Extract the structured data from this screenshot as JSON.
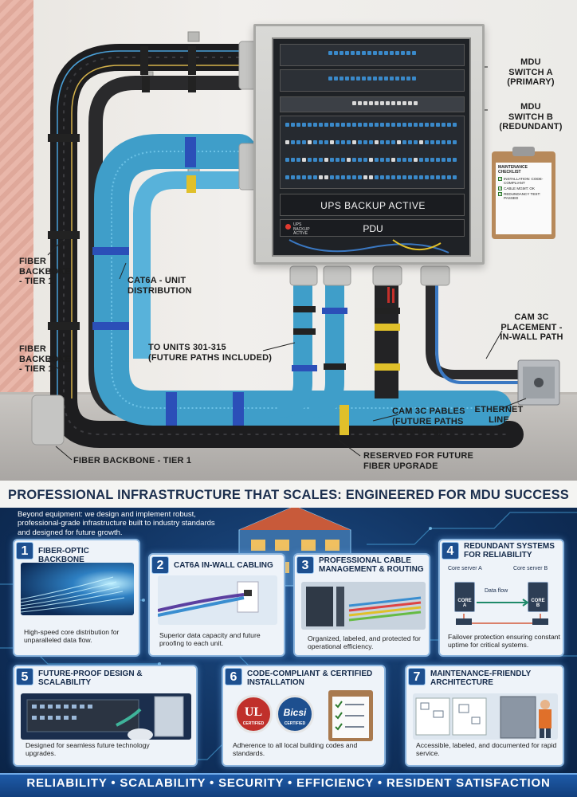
{
  "photo": {
    "callouts": {
      "mdu_switch_a": "MDU\nSWITCH A\n(PRIMARY)",
      "mdu_switch_b": "MDU\nSWITCH B\n(REDUNDANT)",
      "fiber_backbone_1": "FIBER\nBACKBONE\n- TIER 1",
      "cat6a_unit": "CAT6A - UNIT\nDISTRIBUTION",
      "fiber_backbone_2": "FIBER\nBACKBONE\n- TIER 1",
      "units_301_315": "TO UNITS 301-315\n(FUTURE PATHS INCLUDED)",
      "cam_3c_placement": "CAM 3C\nPLACEMENT -\nIN-WALL PATH",
      "ethernet_line": "ETHERNET\nLINE",
      "cam_3c_pables": "CAM 3C PABLES\n(FUTURE PATHS\nINCLUDED)",
      "reserved": "RESERVED FOR FUTURE\nFIBER UPGRADE",
      "fiber_backbone_bottom": "FIBER BACKBONE - TIER 1"
    },
    "rack": {
      "ups_label": "UPS BACKUP ACTIVE",
      "pdu_label": "PDU",
      "ups_small": "UPS\nBACKUP\nACTIVE"
    },
    "checklist": {
      "title": "MAINTENANCE CHECKLIST",
      "items": [
        "INSTALLATION: CODE-COMPLIANT",
        "CABLE MGMT: OK",
        "REDUNDANCY TEST: PASSED"
      ]
    }
  },
  "info": {
    "headline": "PROFESSIONAL INFRASTRUCTURE THAT SCALES: ENGINEERED FOR MDU SUCCESS",
    "intro": "Beyond equipment: we design and implement robust, professional-grade infrastructure built to industry standards and designed for future growth.",
    "cards": [
      {
        "num": "1",
        "title": "FIBER-OPTIC BACKBONE",
        "desc": "High-speed core distribution for unparalleled data flow."
      },
      {
        "num": "2",
        "title": "CAT6A IN-WALL CABLING",
        "desc": "Superior data capacity and future proofing to each unit."
      },
      {
        "num": "3",
        "title": "PROFESSIONAL CABLE MANAGEMENT & ROUTING",
        "desc": "Organized, labeled, and protected for operational efficiency."
      },
      {
        "num": "4",
        "title": "REDUNDANT SYSTEMS FOR RELIABILITY",
        "desc": "Failover protection ensuring constant uptime for critical systems."
      },
      {
        "num": "5",
        "title": "FUTURE-PROOF DESIGN & SCALABILITY",
        "desc": "Designed for seamless future technology upgrades."
      },
      {
        "num": "6",
        "title": "CODE-COMPLIANT & CERTIFIED INSTALLATION",
        "desc": "Adherence to all local building codes and standards."
      },
      {
        "num": "7",
        "title": "MAINTENANCE-FRIENDLY ARCHITECTURE",
        "desc": "Accessible, labeled, and documented for rapid service."
      }
    ],
    "redundancy": {
      "server_a": "Core server A",
      "server_b": "Core server B",
      "flow": "Data flow",
      "core_a": "CORE\nA",
      "core_b": "CORE\nB"
    },
    "badges": {
      "ul": "UL",
      "ul_sub": "CERTIFIED",
      "bicsi": "Bicsi",
      "bicsi_sub": "CERTIFIED"
    },
    "tagline": "RELIABILITY • SCALABILITY • SECURITY • EFFICIENCY • RESIDENT SATISFACTION"
  }
}
